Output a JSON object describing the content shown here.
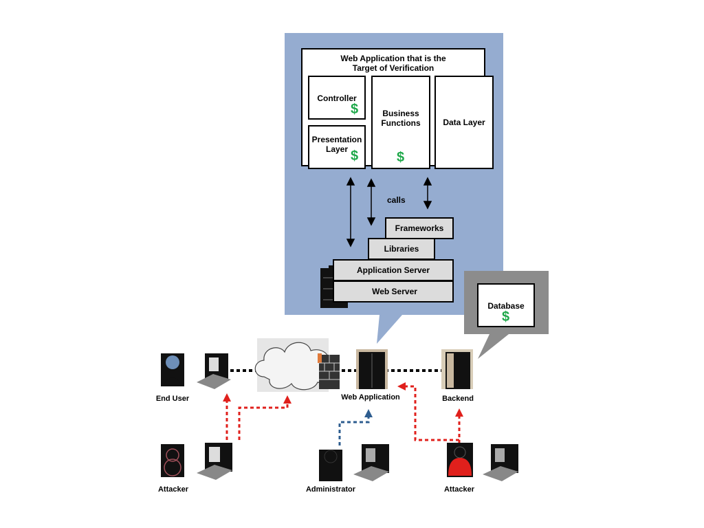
{
  "webapp": {
    "title": "Web Application that is the Target of Verification",
    "controller": "Controller",
    "presentation": "Presentation Layer",
    "business": "Business Functions",
    "data_layer": "Data Layer",
    "dollar": "$"
  },
  "stack": {
    "calls": "calls",
    "frameworks": "Frameworks",
    "libraries": "Libraries",
    "app_server": "Application Server",
    "web_server": "Web Server"
  },
  "backend_box": {
    "database": "Database",
    "dollar": "$"
  },
  "nodes": {
    "end_user": "End User",
    "web_application": "Web Application",
    "backend": "Backend",
    "attacker_left": "Attacker",
    "administrator": "Administrator",
    "attacker_right": "Attacker"
  },
  "colors": {
    "panel_blue": "#95acd0",
    "panel_gray": "#8c8c8c",
    "attack_red": "#e0201c",
    "admin_blue": "#2e5d8f",
    "money_green": "#1fa84a"
  }
}
